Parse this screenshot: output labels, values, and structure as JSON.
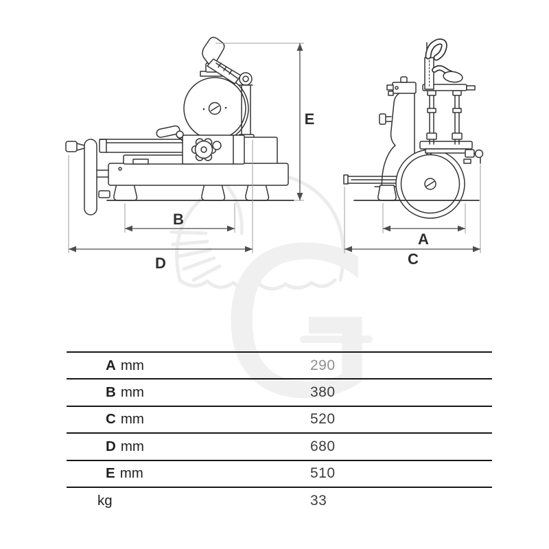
{
  "figure": {
    "type": "technical-dimensional-drawing",
    "subject": "manual flywheel slicer, side view and front view with dimension arrows",
    "dim_labels": {
      "A": "A",
      "B": "B",
      "C": "C",
      "D": "D",
      "E": "E"
    }
  },
  "watermark": {
    "letter": "G",
    "color": "#f0f0f0"
  },
  "colors": {
    "background": "#ffffff",
    "drawing_line": "#333333",
    "dimension_line": "#4d4d4d",
    "extension_line": "#9e9e9e",
    "table_rule": "#161616",
    "label_text": "#1f1f1f",
    "value_text": "#3d3d3d",
    "value_muted": "#8e8e8e",
    "watermark": "#ececec"
  },
  "spec_table": {
    "rows": [
      {
        "dim": "A",
        "unit": "mm",
        "value": "290"
      },
      {
        "dim": "B",
        "unit": "mm",
        "value": "380"
      },
      {
        "dim": "C",
        "unit": "mm",
        "value": "520"
      },
      {
        "dim": "D",
        "unit": "mm",
        "value": "680"
      },
      {
        "dim": "E",
        "unit": "mm",
        "value": "510"
      },
      {
        "dim": "",
        "unit": "kg",
        "value": "33"
      }
    ]
  }
}
